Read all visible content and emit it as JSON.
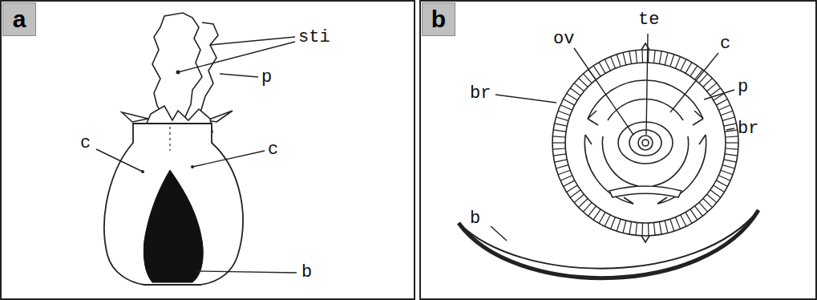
{
  "diagram": {
    "nodes": [
      {
        "text": [
          "a"
        ]
      },
      {
        "text": [
          "b"
        ]
      }
    ],
    "labels": [
      "sti",
      "p",
      "c",
      "c",
      "b",
      "te",
      "ov",
      "br",
      "c",
      "p",
      "br",
      "b"
    ]
  }
}
